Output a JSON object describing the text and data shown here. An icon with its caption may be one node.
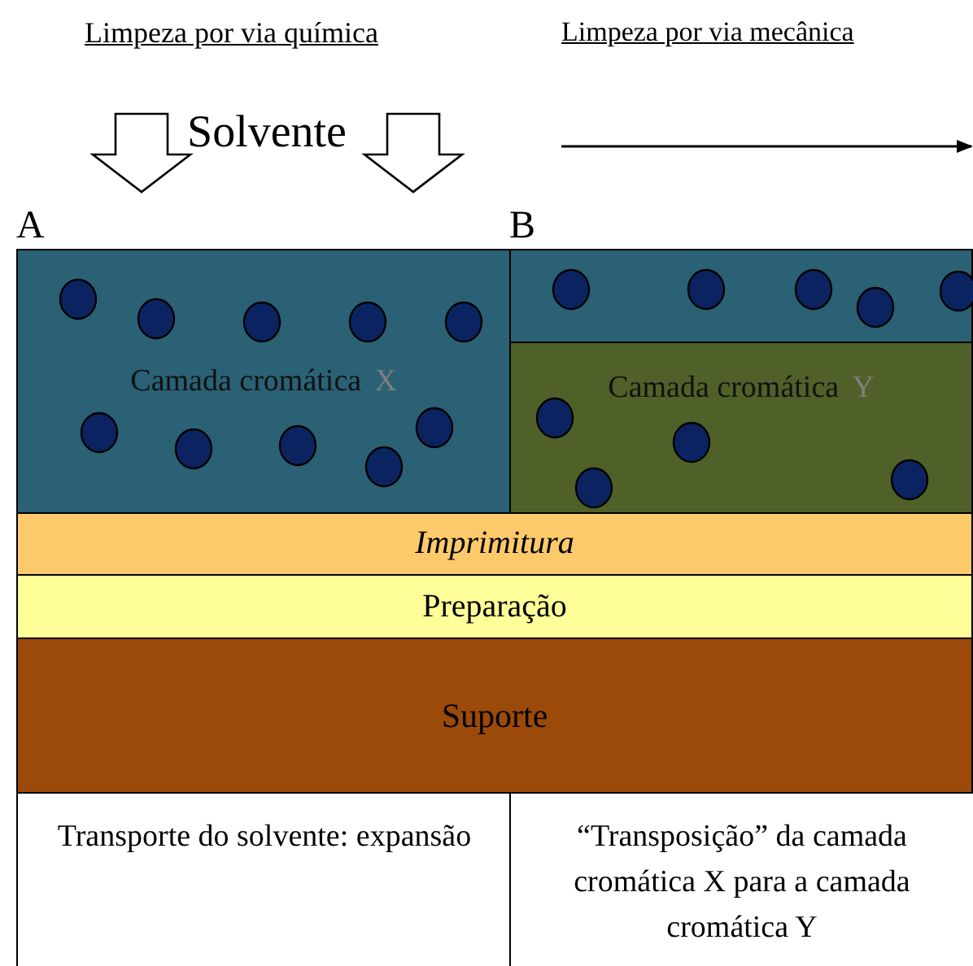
{
  "diagram": {
    "nodes": [
      {
        "text": [
          "Camada cromática",
          "X"
        ]
      },
      {
        "text": [],
        "shape": "box"
      },
      {
        "text": [
          "Camada cromática",
          "Y"
        ]
      },
      {
        "text": [
          "Imprimitura"
        ]
      },
      {
        "text": [
          "Preparação"
        ]
      },
      {
        "text": [
          "Suporte"
        ]
      },
      {
        "text": [
          "Transporte do solvente: expansão"
        ]
      },
      {
        "text": [
          "“Transposição” da camada cromática X para a camada cromática Y"
        ]
      }
    ],
    "labels": [
      "Limpeza por via química",
      "Limpeza por via mecânica",
      "Solvente",
      "A",
      "B"
    ]
  }
}
